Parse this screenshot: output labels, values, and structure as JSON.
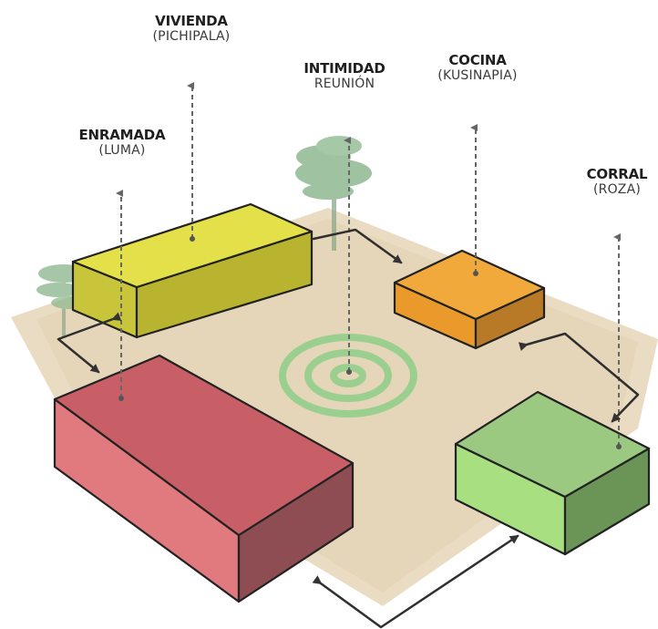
{
  "labels": {
    "vivienda": {
      "title": "VIVIENDA",
      "subtitle": "(PICHIPALA)"
    },
    "intimidad": {
      "title": "INTIMIDAD",
      "subtitle": "REUNIÓN"
    },
    "cocina": {
      "title": "COCINA",
      "subtitle": "(KUSINAPIA)"
    },
    "enramada": {
      "title": "ENRAMADA",
      "subtitle": "(LUMA)"
    },
    "corral": {
      "title": "CORRAL",
      "subtitle": "(ROZA)"
    }
  },
  "colors": {
    "ground": "#e6d6b8",
    "vivienda": "#e3e04a",
    "cocina": "#f0a93a",
    "enramada": "#d9696f",
    "corral": "#a8d98a",
    "rings": "#8fcf8a",
    "trees": "#7fae82",
    "arrows": "#2f2f2f"
  }
}
